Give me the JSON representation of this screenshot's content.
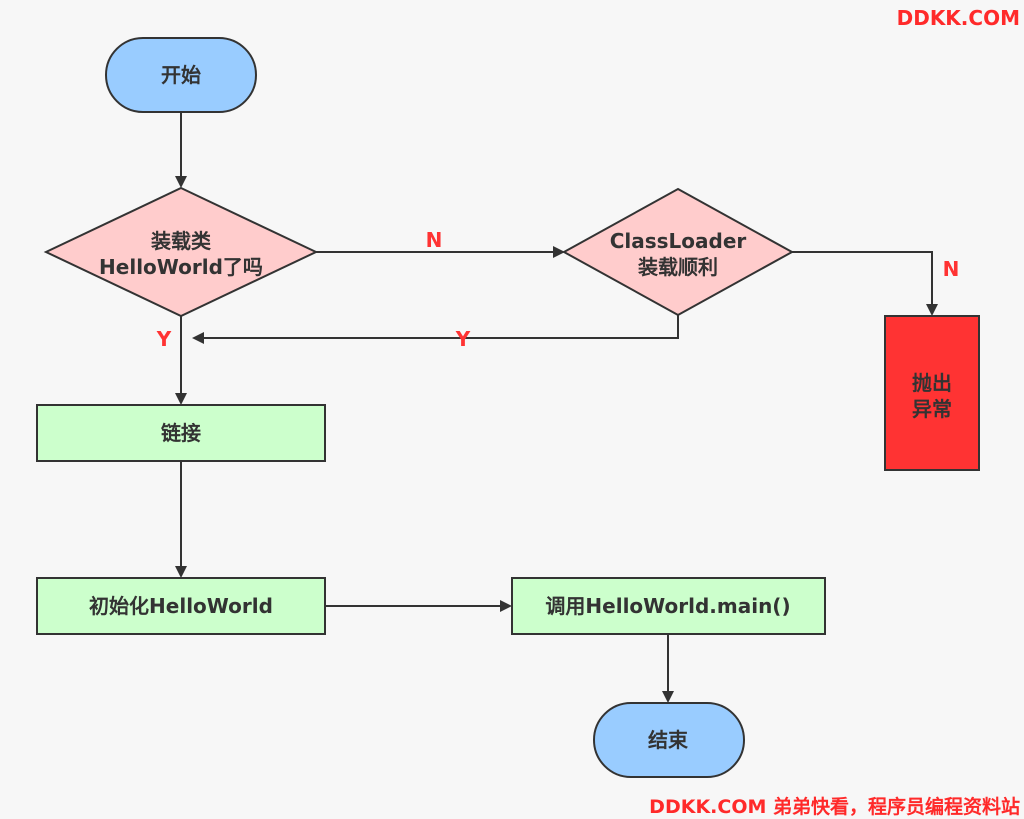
{
  "nodes": {
    "start": {
      "label": "开始"
    },
    "check_loaded": {
      "lines": [
        "装载类",
        "HelloWorld了吗"
      ]
    },
    "check_loader": {
      "lines": [
        "ClassLoader",
        "装载顺利"
      ]
    },
    "link": {
      "label": "链接"
    },
    "init": {
      "label": "初始化HelloWorld"
    },
    "call_main": {
      "label": "调用HelloWorld.main()"
    },
    "end": {
      "label": "结束"
    },
    "throw": {
      "lines": [
        "抛出",
        "异常"
      ]
    }
  },
  "edges": {
    "loaded_no": "N",
    "loader_no": "N",
    "loaded_yes": "Y",
    "loader_yes": "Y"
  },
  "watermarks": {
    "top": "DDKK.COM",
    "bottom": "DDKK.COM 弟弟快看，程序员编程资料站"
  },
  "colors": {
    "terminal": "#99ccff",
    "decision": "#ffcccc",
    "process": "#ccffcc",
    "error": "#ff3333",
    "stroke": "#333333",
    "edge_label": "#ff3333"
  }
}
